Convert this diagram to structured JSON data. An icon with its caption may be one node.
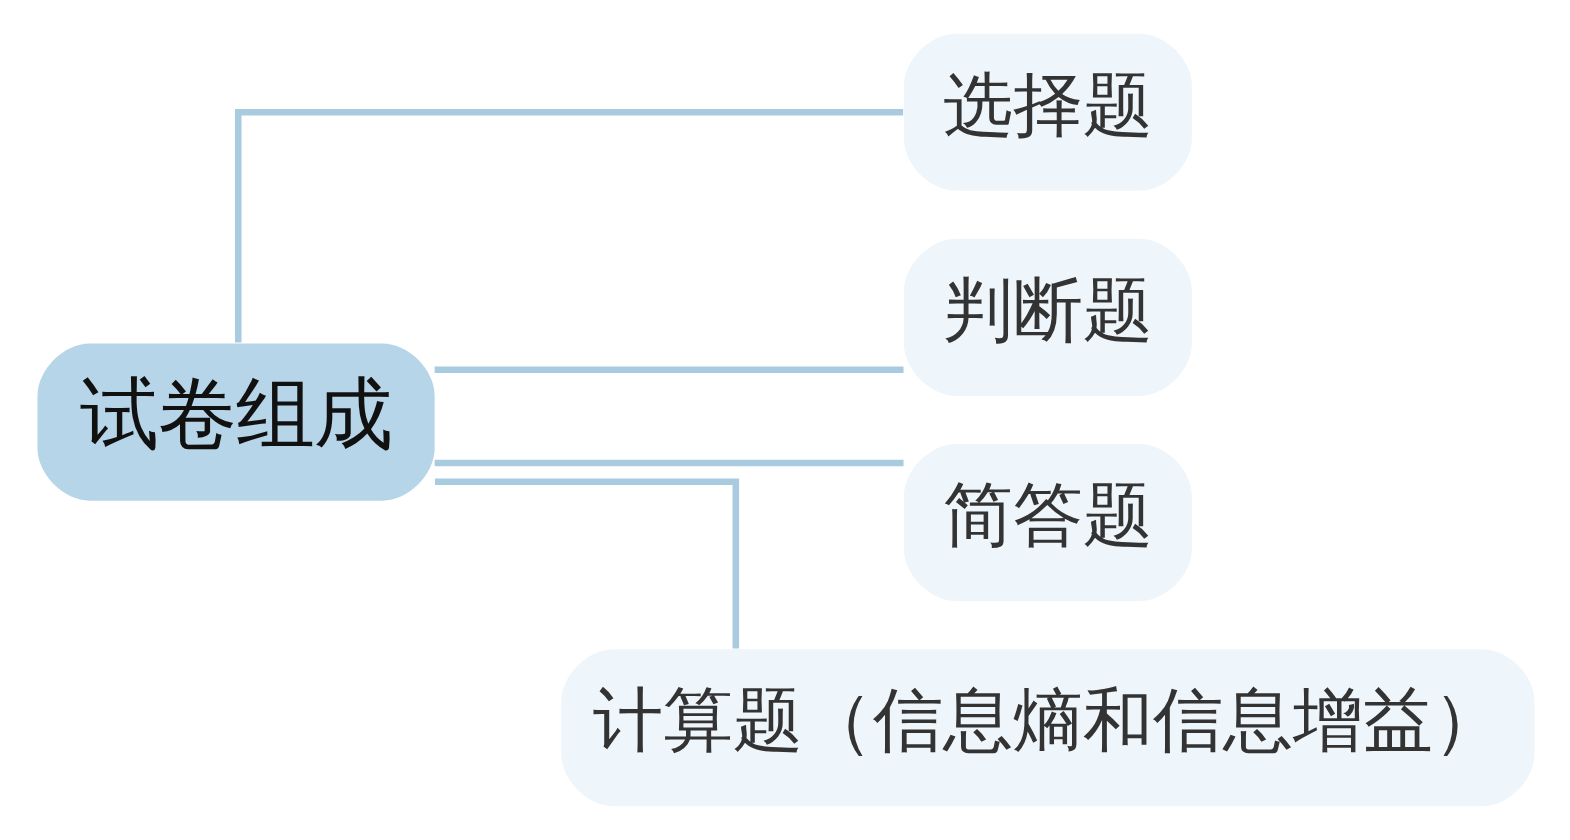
{
  "diagram": {
    "nodes": [
      {
        "text": [
          "试卷组成"
        ]
      },
      {
        "text": [
          "选择题"
        ]
      },
      {
        "text": [
          "判断题"
        ]
      },
      {
        "text": [
          "简答题"
        ]
      },
      {
        "text": [
          "计算题（信息熵和信息增益）"
        ]
      }
    ],
    "edges": [
      {
        "from": 0,
        "to": 1,
        "arrow": "none"
      },
      {
        "from": 0,
        "to": 2,
        "arrow": "none"
      },
      {
        "from": 0,
        "to": 3,
        "arrow": "none"
      },
      {
        "from": 0,
        "to": 4,
        "arrow": "none"
      }
    ]
  }
}
